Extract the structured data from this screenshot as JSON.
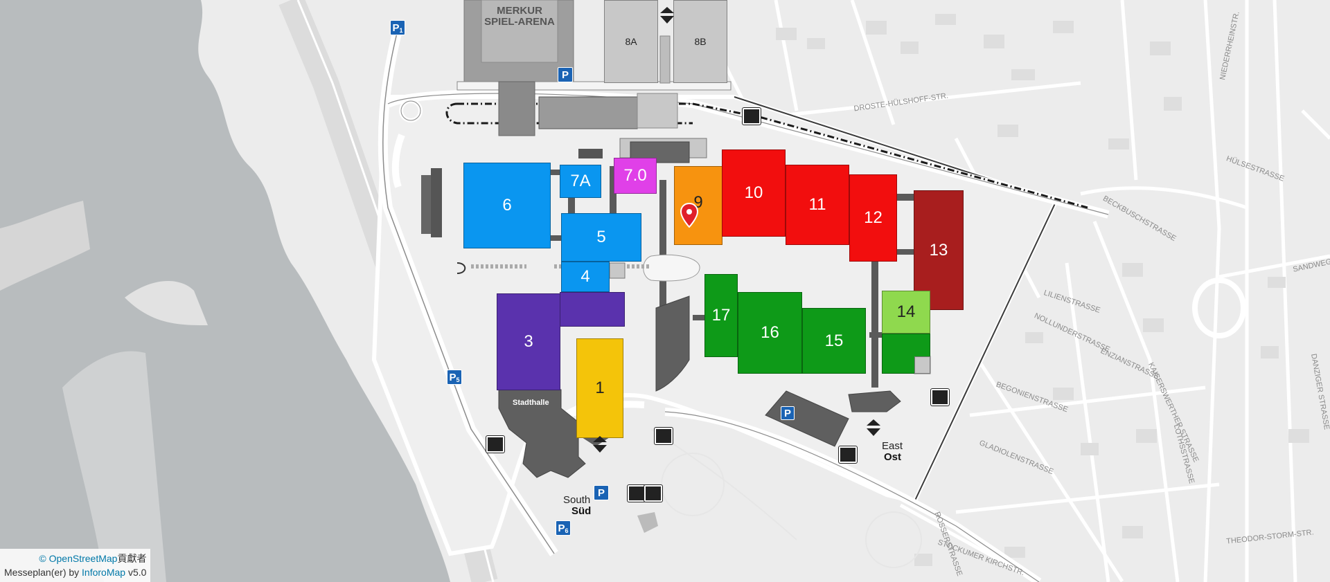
{
  "map": {
    "arena_label": "MERKUR\nSPIEL-ARENA",
    "stadthalle_label": "Stadthalle",
    "entrances": {
      "south_en": "South",
      "south_de": "Süd",
      "east_en": "East",
      "east_de": "Ost"
    },
    "halls": [
      {
        "id": "8a",
        "label": "8A",
        "color": "#c8c8c8"
      },
      {
        "id": "8b",
        "label": "8B",
        "color": "#c8c8c8"
      },
      {
        "id": "6",
        "label": "6",
        "color": "#0a96f0"
      },
      {
        "id": "7a",
        "label": "7A",
        "color": "#0a96f0"
      },
      {
        "id": "7-0",
        "label": "7.0",
        "color": "#e040e8"
      },
      {
        "id": "9",
        "label": "9",
        "color": "#f7930f"
      },
      {
        "id": "10",
        "label": "10",
        "color": "#f20e0e"
      },
      {
        "id": "11",
        "label": "11",
        "color": "#f20e0e"
      },
      {
        "id": "12",
        "label": "12",
        "color": "#f20e0e"
      },
      {
        "id": "13",
        "label": "13",
        "color": "#a81e1e"
      },
      {
        "id": "5",
        "label": "5",
        "color": "#0a96f0"
      },
      {
        "id": "4",
        "label": "4",
        "color": "#0a96f0"
      },
      {
        "id": "3",
        "label": "3",
        "color": "#5a32ad"
      },
      {
        "id": "1",
        "label": "1",
        "color": "#f4c40a"
      },
      {
        "id": "17",
        "label": "17",
        "color": "#0e9a18"
      },
      {
        "id": "16",
        "label": "16",
        "color": "#0e9a18"
      },
      {
        "id": "15",
        "label": "15",
        "color": "#0e9a18"
      },
      {
        "id": "14",
        "label": "14",
        "color": "#8fd94e"
      }
    ],
    "parking": [
      {
        "id": "p1",
        "label": "P",
        "sub": "1"
      },
      {
        "id": "p-arena",
        "label": "P",
        "sub": ""
      },
      {
        "id": "p5",
        "label": "P",
        "sub": "5"
      },
      {
        "id": "p-east",
        "label": "P",
        "sub": ""
      },
      {
        "id": "p-south",
        "label": "P",
        "sub": ""
      },
      {
        "id": "p6",
        "label": "P",
        "sub": "6"
      }
    ],
    "streets": [
      "DROSTE-HÜLSHOFF-STR.",
      "HÜLSESTRASSE",
      "BECKBUSCHSTRASSE",
      "SANDWEG",
      "NIEDERRHEINSTR.",
      "LILIENSTRASSE",
      "NOLLUNDERSTRASSE",
      "ENZIANSTRASSE",
      "BEGONIENSTRASSE",
      "GLADIOLENSTRASSE",
      "LOTHSSTRASSE",
      "DANZIGER STRASSE",
      "THEODOR-STORM-STR.",
      "STOCKUMER KIRCHSTR.",
      "ROSSERSTRASSE",
      "KAISERSWERTHER STRASSE"
    ],
    "colors": {
      "water": "#b8bcbe",
      "land": "#f0f0f0",
      "venue_ground": "#efefef",
      "building_dark": "#5f5f5f",
      "building_grey": "#9a9a9a",
      "parking_blue": "#1a63b4",
      "location_pin": "#e0202a"
    }
  },
  "attribution": {
    "copyright_symbol": "©",
    "osm_link": "OpenStreetMap",
    "osm_suffix": "貢獻者",
    "line2_prefix": "Messeplan(er) by",
    "inforo_link": "InforoMap",
    "version": "v5.0"
  }
}
